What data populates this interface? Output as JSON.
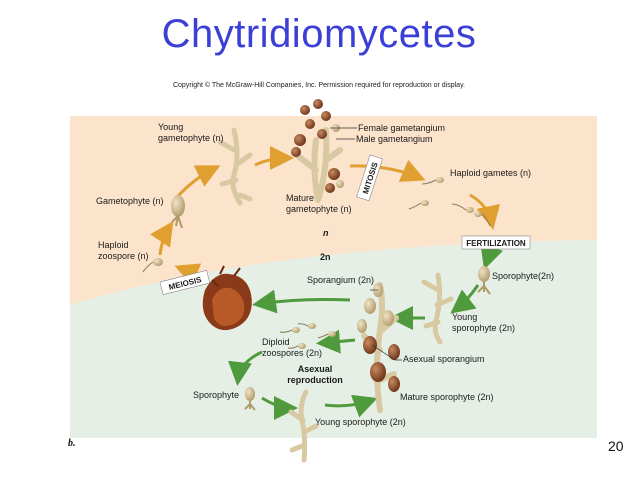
{
  "slide": {
    "title": "Chytridiomycetes",
    "copyright": "Copyright © The McGraw-Hill Companies, Inc. Permission required for reproduction or display.",
    "slide_number": "20",
    "figure_letter": "b."
  },
  "phases": {
    "haploid": "n",
    "diploid": "2n"
  },
  "labels": {
    "young_gametophyte": [
      "Young",
      "gametophyte (n)"
    ],
    "female_gametangium": "Female gametangium",
    "male_gametangium": "Male gametangium",
    "mitosis": "MITOSIS",
    "haploid_gametes": "Haploid gametes (n)",
    "gametophyte": "Gametophyte (n)",
    "mature_gametophyte": [
      "Mature",
      "gametophyte (n)"
    ],
    "haploid_zoospore": [
      "Haploid",
      "zoospore (n)"
    ],
    "fertilization": "FERTILIZATION",
    "meiosis": "MEIOSIS",
    "sporangium": "Sporangium (2n)",
    "sporophyte_2n": "Sporophyte(2n)",
    "young_sporophyte_right": [
      "Young",
      "sporophyte (2n)"
    ],
    "diploid_zoospores": [
      "Diploid",
      "zoospores (2n)"
    ],
    "asexual_sporangium": "Asexual sporangium",
    "asexual_reproduction": [
      "Asexual",
      "reproduction"
    ],
    "sporophyte": "Sporophyte",
    "mature_sporophyte": "Mature sporophyte (2n)",
    "young_sporophyte_bottom": "Young sporophyte (2n)"
  },
  "colors": {
    "title": "#3b3fd6",
    "haploid_bg": "#fbe3cc",
    "diploid_bg": "#e6efe6",
    "haploid_arrow": "#e0a030",
    "diploid_arrow": "#4f9a3c",
    "organism": "#d9c9a3",
    "gametangium": "#8a4a2a"
  }
}
